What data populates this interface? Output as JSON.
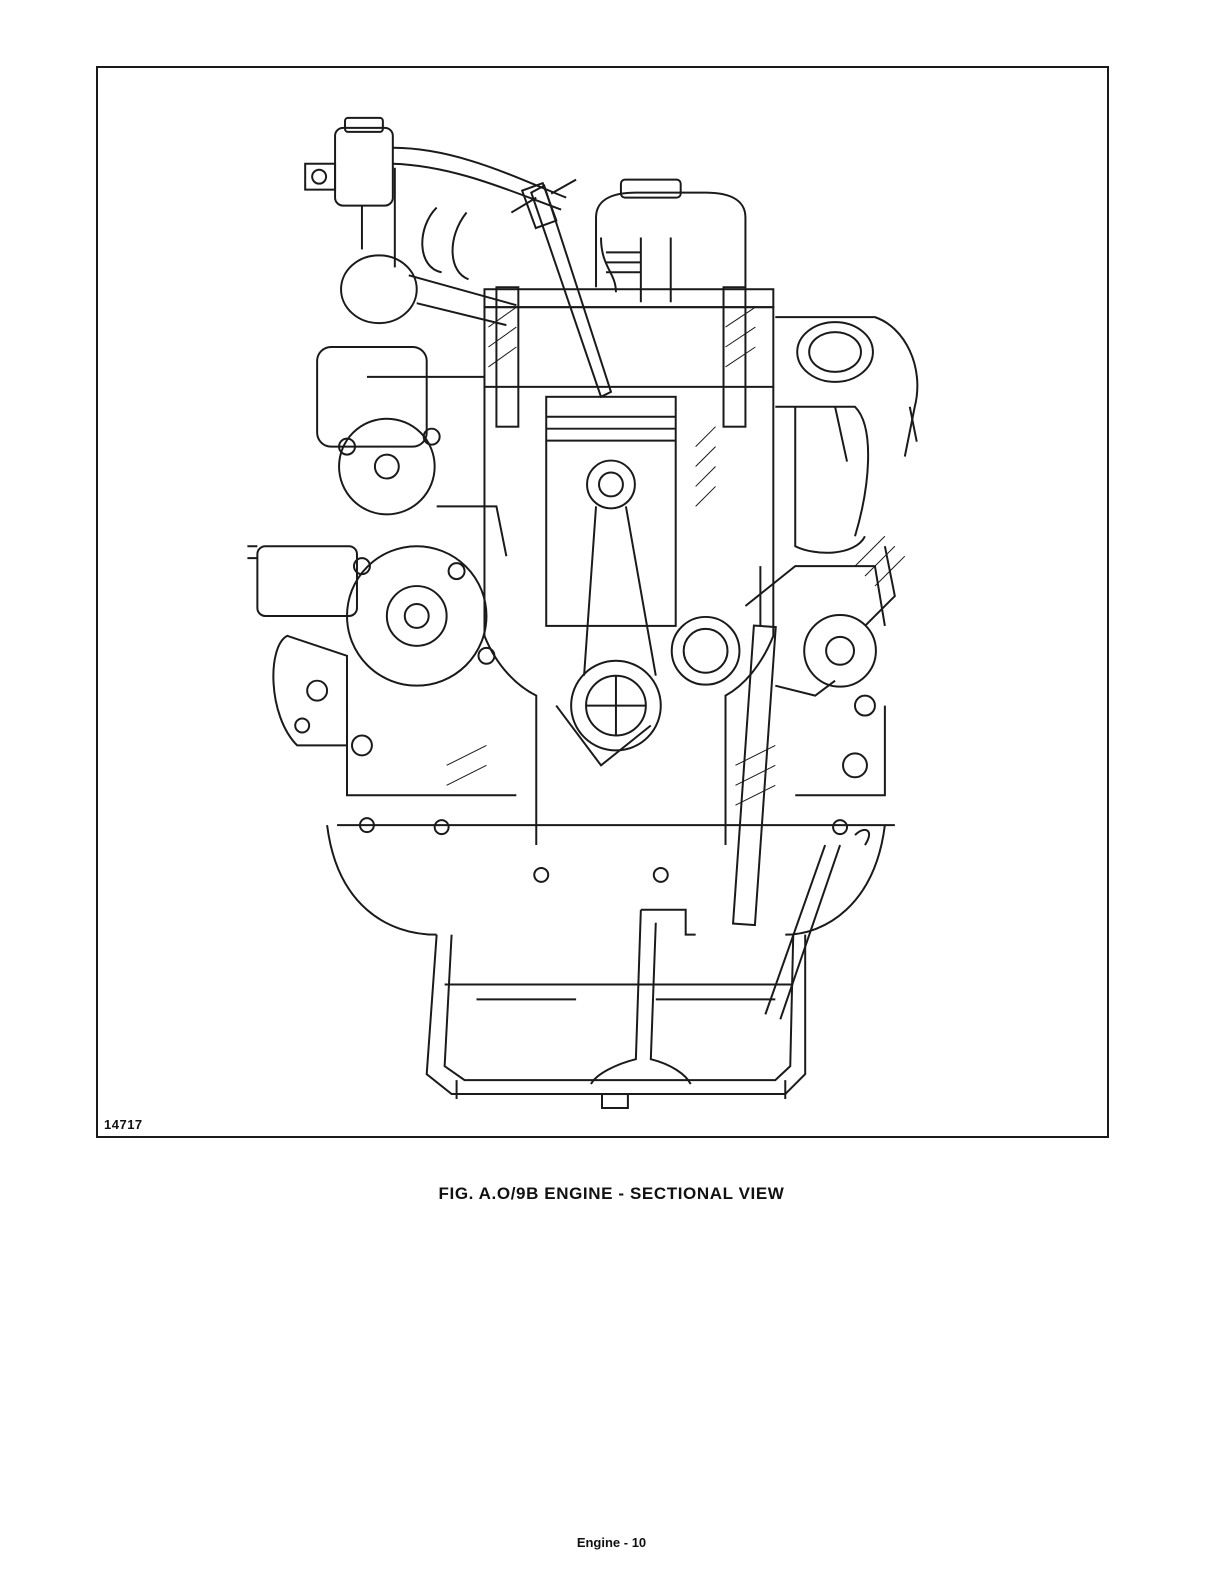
{
  "figure": {
    "number": "14717",
    "caption": "FIG. A.O/9B  ENGINE - SECTIONAL VIEW"
  },
  "footer": {
    "page_label": "Engine - 10"
  }
}
